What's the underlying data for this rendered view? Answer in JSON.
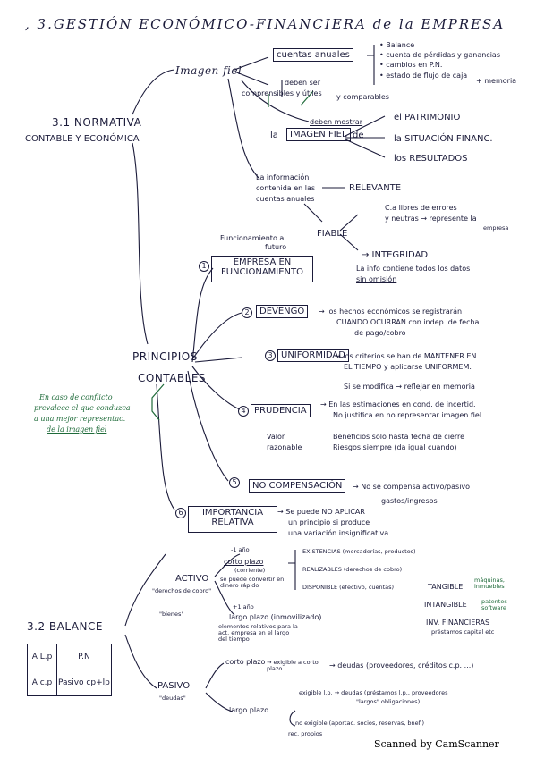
{
  "header": {
    "title": ", 3.GESTIÓN ECONÓMICO-FINANCIERA de la EMPRESA"
  },
  "s31": {
    "title": "3.1 NORMATIVA",
    "subtitle": "CONTABLE Y ECONÓMICA"
  },
  "imagen": {
    "label": "Imagen fiel",
    "cuentas": "cuentas anuales",
    "items": [
      "• Balance",
      "• cuenta de pérdidas y ganancias",
      "• cambios en P.N.",
      "• estado de flujo de caja",
      "+ memoria"
    ],
    "deben_ser": "deben ser",
    "comprensibles": "comprensibles y útiles",
    "comparables": "y comparables",
    "deben_mostrar": "deben mostrar",
    "la": "la",
    "imagen_fiel": "IMAGEN FIEL",
    "de": "de",
    "results": [
      "el PATRIMONIO",
      "la SITUACIÓN FINANC.",
      "los RESULTADOS"
    ]
  },
  "info": {
    "line1": "La información",
    "line2": "contenida en las",
    "line3": "cuentas anuales",
    "relevante": "RELEVANTE",
    "fiable": "FIABLE",
    "ca": "C.a libres de errores",
    "neutras": "y neutras → represente la",
    "empresa": "empresa",
    "integridad": "→ INTEGRIDAD",
    "info_contiene": "La info contiene todos los datos",
    "sin_omision": "sin omisión"
  },
  "principios": {
    "label1": "PRINCIPIOS",
    "label2": "CONTABLES",
    "conflict": [
      "En caso de conflicto",
      "prevalece el que conduzca",
      "a una mejor representac.",
      "de la imagen fiel"
    ],
    "p1": {
      "num": "1",
      "label1": "EMPRESA EN",
      "label2": "FUNCIONAMIENTO",
      "note": "Funcionamiento a",
      "note2": "futuro"
    },
    "p2": {
      "num": "2",
      "label": "DEVENGO",
      "desc1": "→ los hechos económicos se registrarán",
      "desc2": "CUANDO OCURRAN con indep. de fecha",
      "desc3": "de pago/cobro"
    },
    "p3": {
      "num": "3",
      "label": "UNIFORMIDAD",
      "desc1": "→ los criterios se han de MANTENER EN",
      "desc2": "EL TIEMPO y aplicarse UNIFORMEM.",
      "desc3": "Si se modifica → reflejar en memoria"
    },
    "p4": {
      "num": "4",
      "label": "PRUDENCIA",
      "desc1": "→ En las estimaciones en cond. de incertid.",
      "desc2": "No justifica en no representar imagen fiel",
      "valor1": "Valor",
      "valor2": "razonable",
      "ben1": "Beneficios solo hasta fecha de cierre",
      "ben2": "Riesgos siempre (da igual cuando)"
    },
    "p5": {
      "num": "5",
      "label": "NO COMPENSACIÓN",
      "desc1": "→ No se compensa activo/pasivo",
      "desc2": "gastos/ingresos"
    },
    "p6": {
      "num": "6",
      "label1": "IMPORTANCIA",
      "label2": "RELATIVA",
      "desc1": "→ Se puede NO APLICAR",
      "desc2": "un principio si produce",
      "desc3": "una variación insignificativa"
    }
  },
  "s32": {
    "title": "3.2 BALANCE",
    "activo": "ACTIVO",
    "activo_sub": "\"derechos de cobro\"",
    "bienes": "\"bienes\"",
    "menos1": "-1 año",
    "cp": "corto plazo",
    "corriente": "(corriente)",
    "cp_desc": "se puede convertir en dinero rápido",
    "mas1": "+1 año",
    "lp": "largo plazo (inmovilizado)",
    "lp_desc": "elementos relativos para la act. empresa en el largo del tiempo",
    "existencias": "EXISTENCIAS (mercaderías, productos)",
    "realizables": "REALIZABLES (derechos de cobro)",
    "disponible": "DISPONIBLE (efectivo, cuentas)",
    "tangible": "TANGIBLE",
    "tangible_g": "máquinas, inmuebles",
    "intangible": "INTANGIBLE",
    "intangible_g": "patentes software",
    "inv": "INV. FINANCIERAS",
    "inv_sub": "préstamos capital etc",
    "pasivo": "PASIVO",
    "pasivo_sub": "\"deudas\"",
    "pcp": "corto plazo",
    "exig_a": "→ exigible a corto plazo",
    "deudas": "→ deudas (proveedores, créditos c.p. ...)",
    "plp": "largo plazo",
    "exig_lp": "exigible l.p. → deudas (préstamos l.p., proveedores",
    "exig_lp2": "\"largos\" obligaciones)",
    "no_exig": "no exigible (aportac. socios, reservas, bnef.)",
    "propios": "rec. propios",
    "table": {
      "a_lp": "A L.p",
      "pn": "P.N",
      "a_cp": "A c.p",
      "pasivo_cp": "Pasivo cp+lp"
    }
  },
  "footer": {
    "scanned": "Scanned by CamScanner"
  }
}
